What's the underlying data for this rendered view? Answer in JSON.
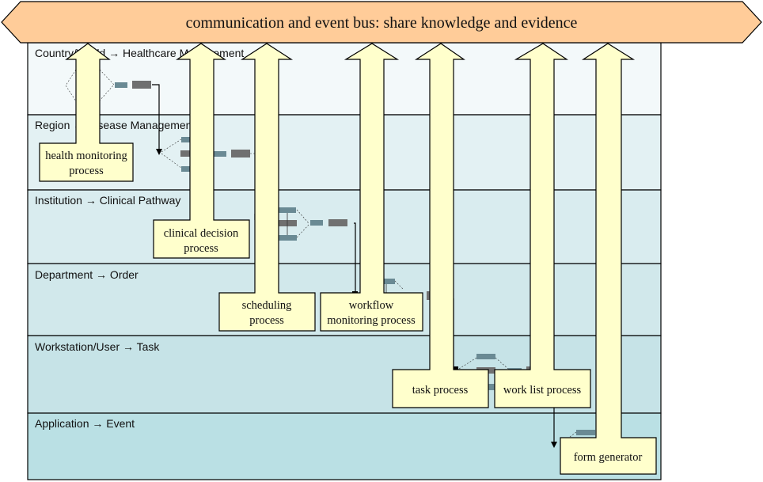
{
  "bus": {
    "label": "communication and event bus: share knowledge and evidence",
    "fill_color": "#ffcc99"
  },
  "bands": [
    {
      "label": "Country/World → Healthcare Management",
      "color": "#f3f9fa"
    },
    {
      "label": "Region → Disease Management",
      "color": "#e3f1f3"
    },
    {
      "label": "Institution → Clinical Pathway",
      "color": "#d9ecef"
    },
    {
      "label": "Department → Order",
      "color": "#d1e8eb"
    },
    {
      "label": "Workstation/User → Task",
      "color": "#c6e3e7"
    },
    {
      "label": "Application → Event",
      "color": "#bae0e4"
    }
  ],
  "processes": [
    {
      "id": "health-monitoring",
      "lines": [
        "health monitoring",
        "process"
      ]
    },
    {
      "id": "clinical-decision",
      "lines": [
        "clinical decision",
        "process"
      ]
    },
    {
      "id": "scheduling",
      "lines": [
        "scheduling",
        "process"
      ]
    },
    {
      "id": "workflow-monitoring",
      "lines": [
        "workflow",
        "monitoring process"
      ]
    },
    {
      "id": "task",
      "lines": [
        "task process"
      ]
    },
    {
      "id": "work-list",
      "lines": [
        "work list process"
      ]
    },
    {
      "id": "form-generator",
      "lines": [
        "form generator"
      ]
    }
  ],
  "colors": {
    "arrow_fill": "#ffffcc",
    "box_fill": "#ffffcc",
    "stroke": "#000000",
    "node_teal": "#6a8a94",
    "node_gray": "#707070"
  }
}
